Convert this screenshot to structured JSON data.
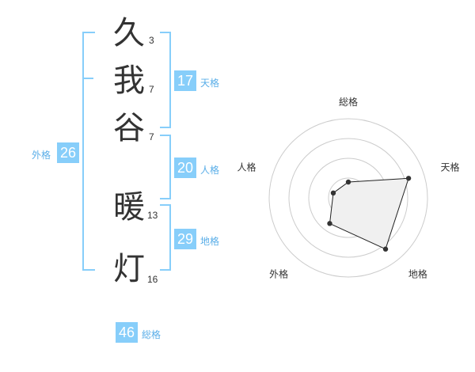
{
  "name": {
    "chars": [
      {
        "char": "久",
        "strokes": "3"
      },
      {
        "char": "我",
        "strokes": "7"
      },
      {
        "char": "谷",
        "strokes": "7"
      },
      {
        "char": "暖",
        "strokes": "13"
      },
      {
        "char": "灯",
        "strokes": "16"
      }
    ]
  },
  "fortune": {
    "tenkaku": {
      "value": "17",
      "label": "天格"
    },
    "jinkaku": {
      "value": "20",
      "label": "人格"
    },
    "chikaku": {
      "value": "29",
      "label": "地格"
    },
    "gaikaku": {
      "value": "26",
      "label": "外格"
    },
    "soukaku": {
      "value": "46",
      "label": "総格"
    }
  },
  "colors": {
    "accent": "#87cefa",
    "accent_text": "#5aaee8"
  },
  "chart_data": {
    "type": "radar",
    "axes": [
      "総格",
      "天格",
      "地格",
      "外格",
      "人格"
    ],
    "values": [
      0.2,
      0.8,
      0.8,
      0.4,
      0.2
    ],
    "range": [
      0,
      1
    ],
    "rings": 4
  }
}
